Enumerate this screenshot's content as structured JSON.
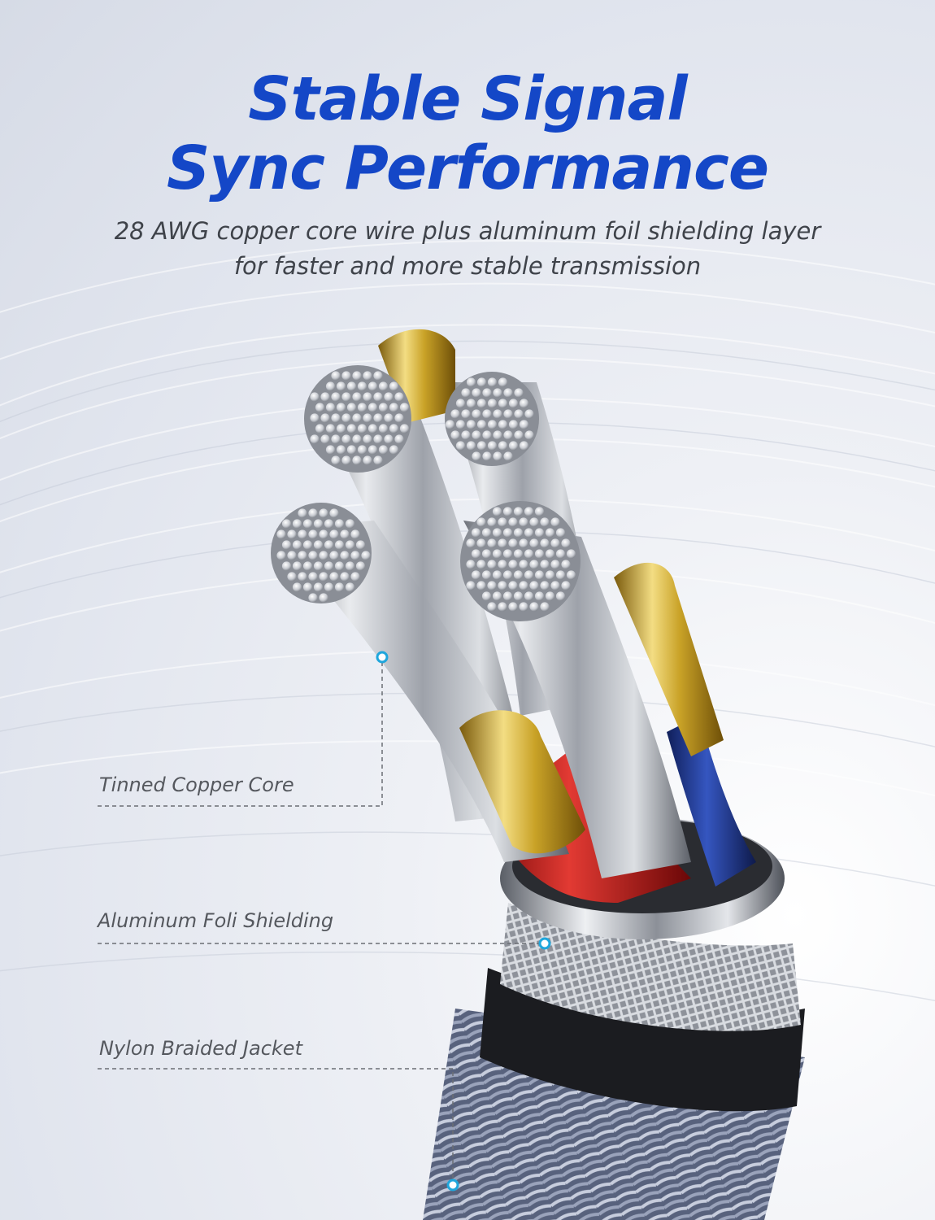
{
  "headline": {
    "line1": "Stable Signal",
    "line2": "Sync Performance",
    "color": "#1447c7"
  },
  "subheadline": {
    "line1": "28 AWG copper core wire plus aluminum foil shielding layer",
    "line2": "for faster and more stable transmission",
    "color": "#3f434a"
  },
  "callouts": {
    "copper_core": "Tinned Copper Core",
    "foil_shielding": "Aluminum Foli Shielding",
    "braided_jacket": "Nylon Braided Jacket",
    "text_color": "#55585e",
    "marker_color": "#1fa6dc"
  },
  "illustration": {
    "subject": "cable-cross-section-icon",
    "wire_colors": {
      "silver": "#c9ccd2",
      "gold": "#c9a227",
      "red": "#c41818",
      "blue": "#1e3a9a",
      "braid": "#6d7a99"
    }
  }
}
